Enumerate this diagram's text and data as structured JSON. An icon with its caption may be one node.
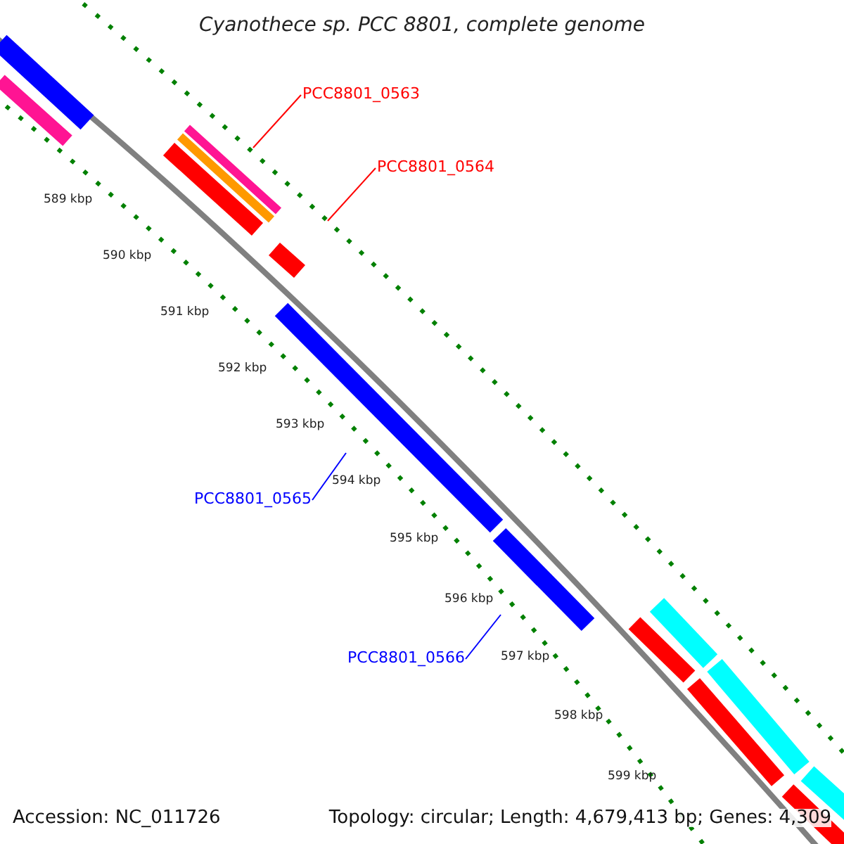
{
  "diagram": {
    "title": "Cyanothece sp. PCC 8801, complete genome",
    "nodes": [
      {
        "text": [
          "PCC8801_0563"
        ]
      },
      {
        "text": [
          "PCC8801_0564"
        ]
      },
      {
        "text": [
          "PCC8801_0565"
        ]
      },
      {
        "text": [
          "PCC8801_0566"
        ]
      }
    ],
    "edges": [
      {
        "from": 0,
        "to": null,
        "arrow": "none",
        "color": "#ff0000"
      },
      {
        "from": 1,
        "to": null,
        "arrow": "none",
        "color": "#ff0000"
      },
      {
        "from": 2,
        "to": null,
        "arrow": "none",
        "color": "#0000ff"
      },
      {
        "from": 3,
        "to": null,
        "arrow": "none",
        "color": "#0000ff"
      }
    ],
    "labels": [
      "589 kbp",
      "590 kbp",
      "591 kbp",
      "592 kbp",
      "593 kbp",
      "594 kbp",
      "595 kbp",
      "596 kbp",
      "597 kbp",
      "598 kbp",
      "599 kbp",
      "Accession: NC_011726",
      "Topology: circular; Length: 4,679,413 bp; Genes: 4,309"
    ]
  }
}
